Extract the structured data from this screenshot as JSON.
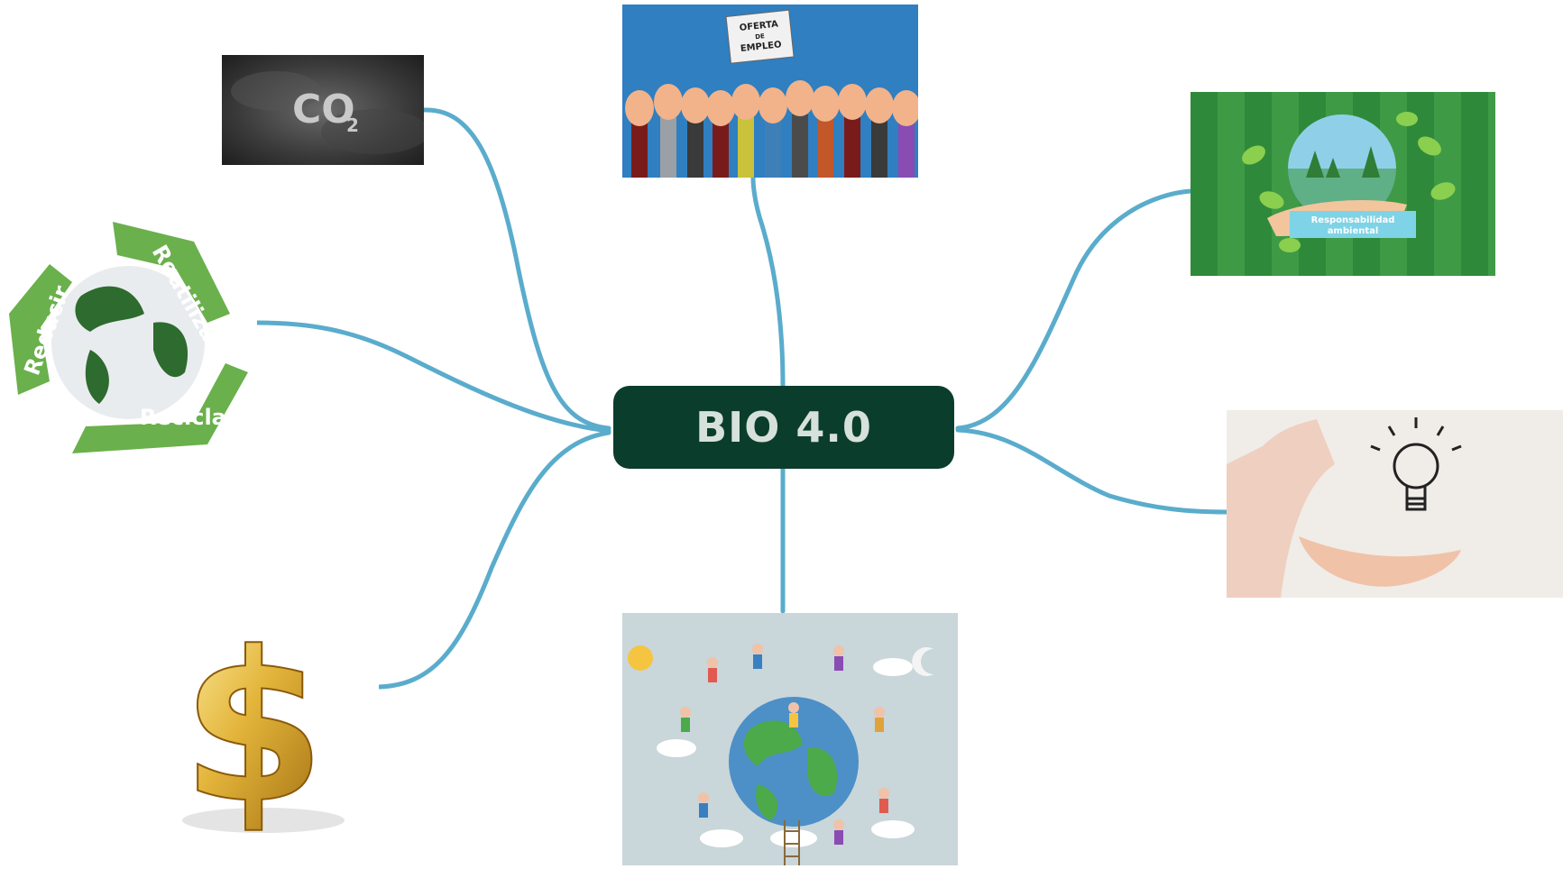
{
  "central_topic": "BIO 4.0",
  "branches": [
    {
      "id": "co2",
      "image_text": "CO",
      "image_subscript": "2",
      "icon": "co2-smoke-image"
    },
    {
      "id": "job-offer",
      "sign_lines": [
        "OFERTA",
        "DE",
        "EMPLEO"
      ],
      "icon": "raised-hands-image"
    },
    {
      "id": "environment",
      "banner_lines": [
        "Responsabilidad",
        "ambiental"
      ],
      "icon": "earth-in-hand-image"
    },
    {
      "id": "recycle",
      "arrow_labels": [
        "Reutilizar",
        "Reducir",
        "Reciclar"
      ],
      "icon": "recycle-globe-image"
    },
    {
      "id": "innovation",
      "icon": "lightbulb-hand-image"
    },
    {
      "id": "money",
      "icon": "dollar-sign-image"
    },
    {
      "id": "community",
      "icon": "people-around-earth-image"
    }
  ],
  "colors": {
    "central_bg": "#0b3d2c",
    "central_text": "#d6e1dc",
    "connector": "#5aaccc"
  }
}
